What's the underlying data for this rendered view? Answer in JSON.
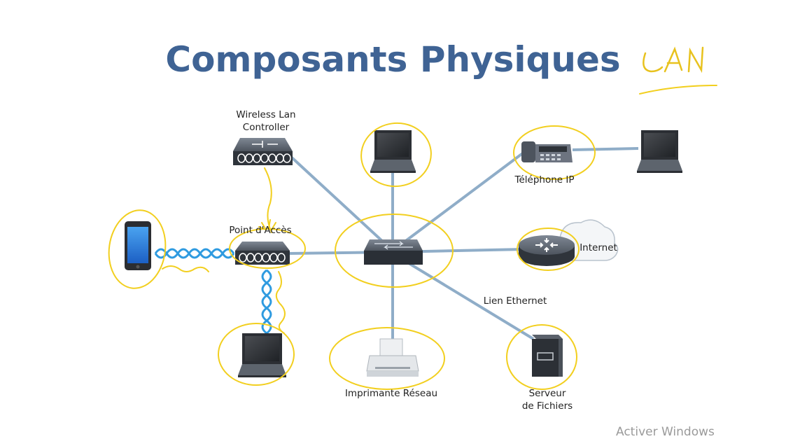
{
  "title": "Composants Physiques",
  "annotation_text": "LAN",
  "labels": {
    "wlc": "Wireless Lan\nController",
    "ap": "Point d'Accès",
    "phone": "Téléphone IP",
    "internet": "Internet",
    "ethernet_link": "Lien Ethernet",
    "printer": "Imprimante Réseau",
    "server": "Serveur\nde Fichiers"
  },
  "watermark": "Activer Windows",
  "colors": {
    "title": "#3f6394",
    "link": "#8fadc8",
    "highlight": "#f2cf1f",
    "wireless": "#2f9be0"
  }
}
